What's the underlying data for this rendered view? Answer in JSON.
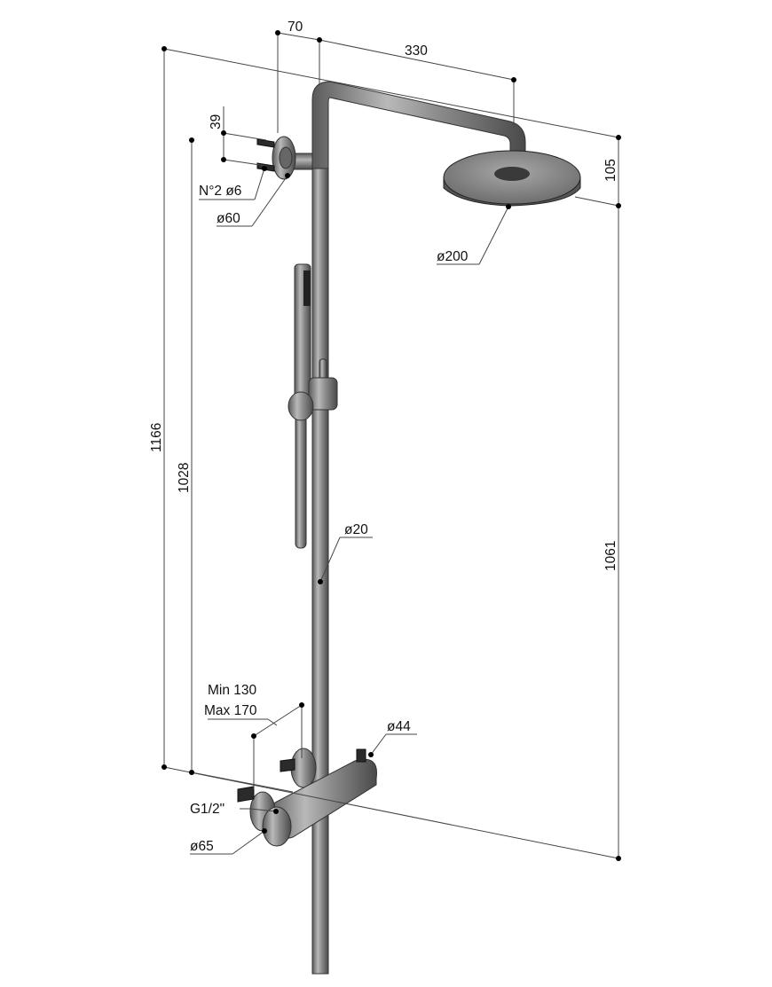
{
  "drawing": {
    "dimensions": {
      "arm_offset": "70",
      "arm_length": "330",
      "bracket_spacing": "39",
      "screws": "N°2 ø6",
      "bracket_diameter": "ø60",
      "head_height": "105",
      "head_diameter": "ø200",
      "total_height": "1166",
      "bracket_height": "1028",
      "head_height_from_mixer": "1061",
      "riser_diameter": "ø20",
      "min_distance": "Min 130",
      "max_distance": "Max 170",
      "mixer_diameter": "ø44",
      "inlet_thread": "G1/2\"",
      "escutcheon_diameter": "ø65"
    }
  }
}
